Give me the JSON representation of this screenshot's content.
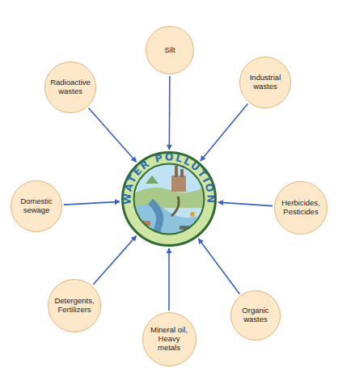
{
  "diagram": {
    "nodes": [
      {
        "text": [
          "Silt"
        ]
      },
      {
        "text": [
          "Radioactive wastes"
        ]
      },
      {
        "text": [
          "Industrial wastes"
        ]
      },
      {
        "text": [
          "Domestic sewage"
        ]
      },
      {
        "text": [
          "WATER POLLUTION"
        ]
      },
      {
        "text": [
          "Herbicides, Pesticides"
        ]
      },
      {
        "text": [
          "Detergents, Fertilizers"
        ]
      },
      {
        "text": [
          "Organic wastes"
        ]
      },
      {
        "text": [
          "Mineral oil, Heavy metals"
        ]
      }
    ],
    "edges": [
      {
        "from": 0,
        "to": 4,
        "arrow": "to"
      },
      {
        "from": 1,
        "to": 4,
        "arrow": "to"
      },
      {
        "from": 2,
        "to": 4,
        "arrow": "to"
      },
      {
        "from": 3,
        "to": 4,
        "arrow": "to"
      },
      {
        "from": 5,
        "to": 4,
        "arrow": "to"
      },
      {
        "from": 6,
        "to": 4,
        "arrow": "to"
      },
      {
        "from": 7,
        "to": 4,
        "arrow": "to"
      },
      {
        "from": 8,
        "to": 4,
        "arrow": "to"
      }
    ]
  }
}
